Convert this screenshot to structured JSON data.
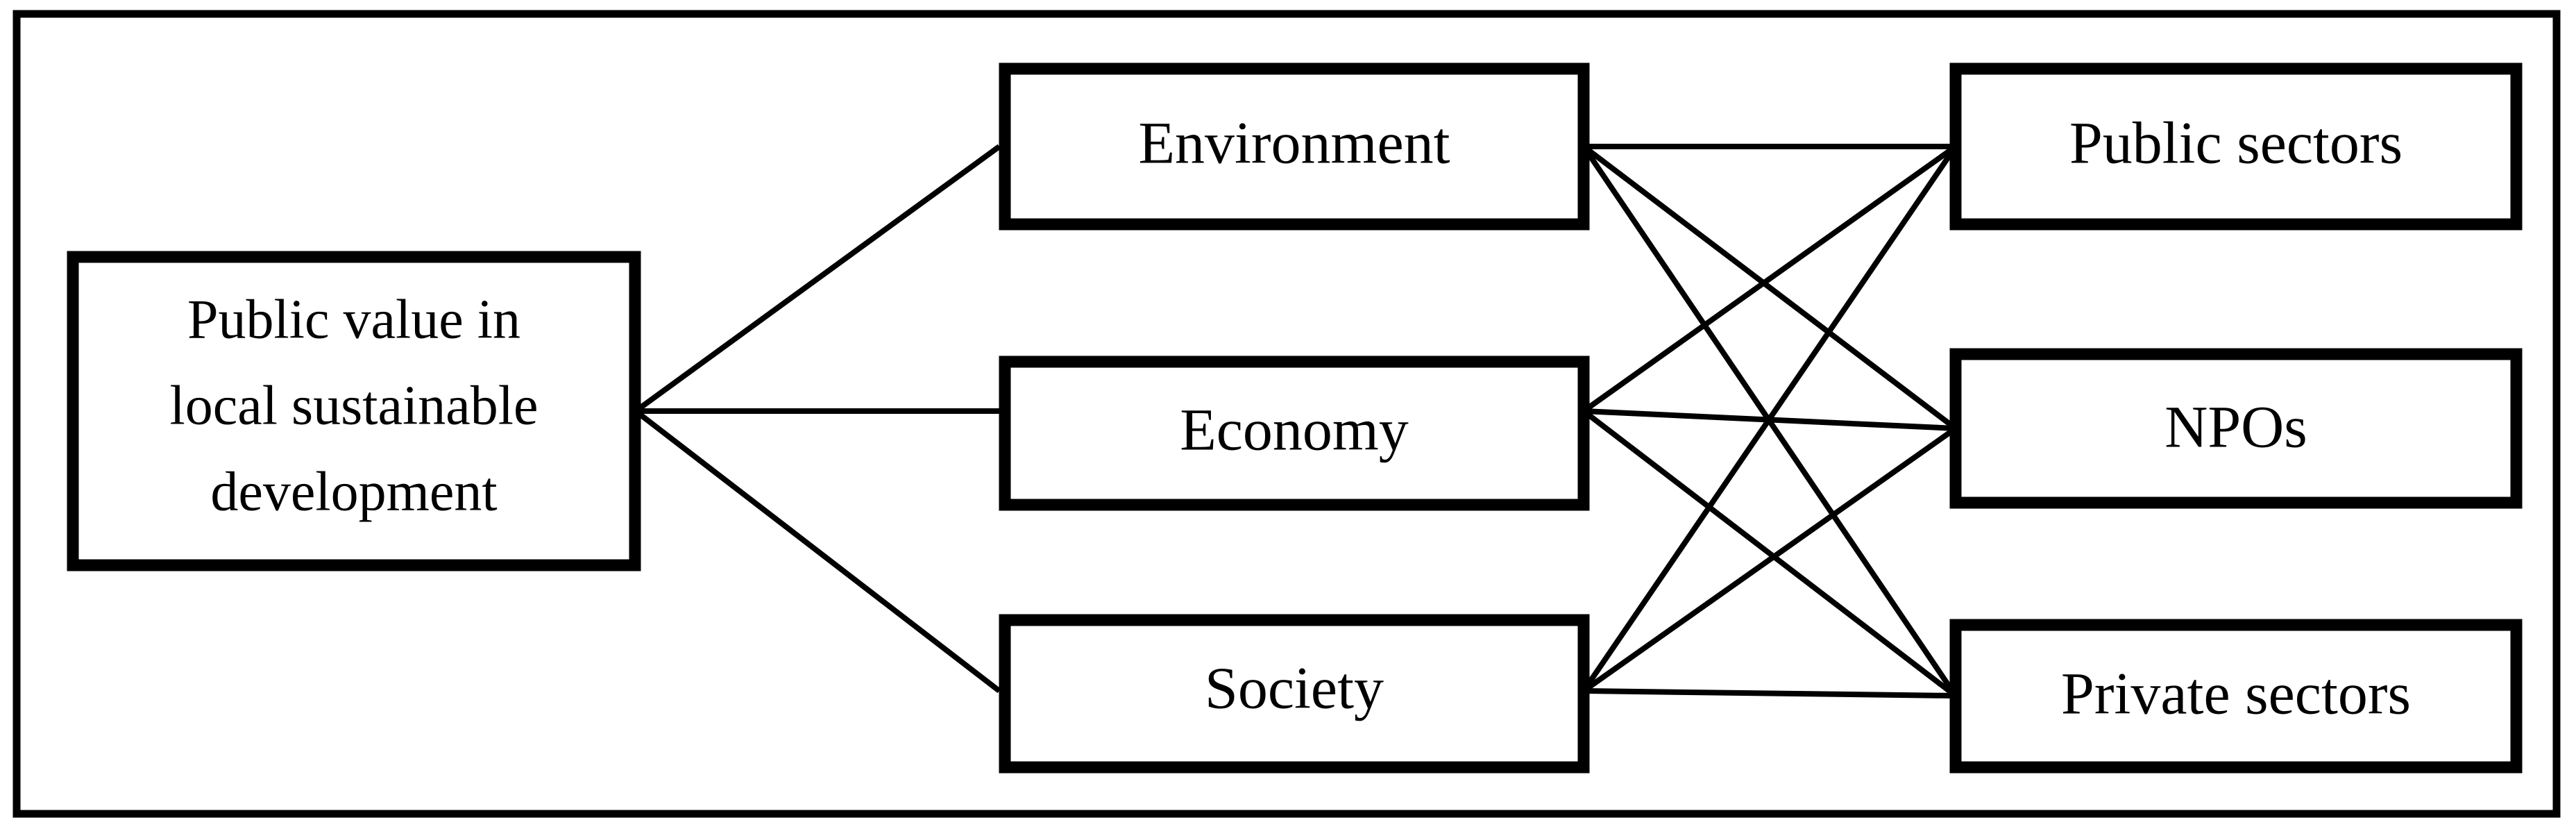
{
  "figure": {
    "type": "concept-diagram",
    "title": "",
    "background_color": "#ffffff",
    "line_color": "#000000",
    "box_fill_color": "#ffffff",
    "frame": {
      "label": "outer-border"
    }
  },
  "nodes": {
    "root": {
      "id": "public-value",
      "lines": [
        "Public value in",
        "local sustainable",
        "development"
      ],
      "text": "Public value in local sustainable development",
      "column": "left"
    },
    "pillars": [
      {
        "id": "environment",
        "label": "Environment",
        "column": "middle"
      },
      {
        "id": "economy",
        "label": "Economy",
        "column": "middle"
      },
      {
        "id": "society",
        "label": "Society",
        "column": "middle"
      }
    ],
    "actors": [
      {
        "id": "public-sectors",
        "label": "Public sectors",
        "column": "right"
      },
      {
        "id": "npos",
        "label": "NPOs",
        "column": "right"
      },
      {
        "id": "private-sectors",
        "label": "Private sectors",
        "column": "right"
      }
    ]
  },
  "edges": {
    "root_to_pillars": [
      {
        "from": "public-value",
        "to": "environment"
      },
      {
        "from": "public-value",
        "to": "economy"
      },
      {
        "from": "public-value",
        "to": "society"
      }
    ],
    "pillars_to_actors": [
      {
        "from": "environment",
        "to": "public-sectors"
      },
      {
        "from": "environment",
        "to": "npos"
      },
      {
        "from": "environment",
        "to": "private-sectors"
      },
      {
        "from": "economy",
        "to": "public-sectors"
      },
      {
        "from": "economy",
        "to": "npos"
      },
      {
        "from": "economy",
        "to": "private-sectors"
      },
      {
        "from": "society",
        "to": "public-sectors"
      },
      {
        "from": "society",
        "to": "npos"
      },
      {
        "from": "society",
        "to": "private-sectors"
      }
    ]
  }
}
